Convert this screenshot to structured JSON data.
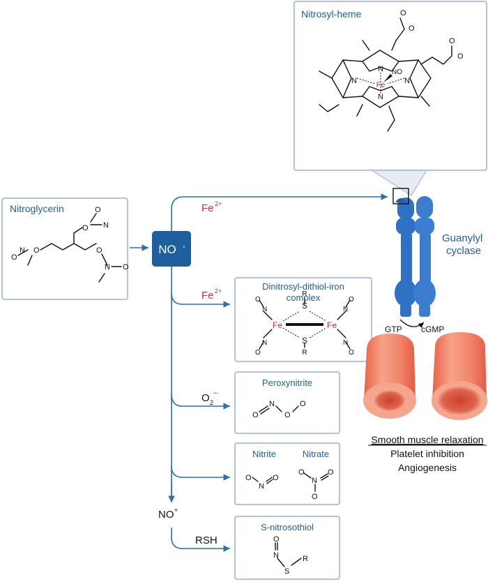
{
  "colors": {
    "blue_text": "#1f5f9e",
    "arrow_blue": "#2a6fb4",
    "red": "#d32f2f",
    "box_border": "#b9c3d9",
    "enzyme_blue": "#2f72c4",
    "vessel": "#f08a6a"
  },
  "nitroglycerin": {
    "title": "Nitroglycerin",
    "atoms": {
      "o1": "O",
      "n1": "N",
      "o1_minus": "O",
      "o2": "O",
      "n2": "N",
      "o2_minus": "O",
      "o3": "O",
      "n3": "N",
      "o3_minus": "O",
      "charge_plus": "+",
      "charge_minus": "−"
    }
  },
  "no_node": {
    "label": "NO",
    "radical": "·"
  },
  "no_plus": {
    "label": "NO",
    "charge": "+"
  },
  "reagents": {
    "fe_top": {
      "symbol": "Fe",
      "charge": "2+"
    },
    "fe_mid": {
      "symbol": "Fe",
      "charge": "2+"
    },
    "superoxide": {
      "symbol": "O",
      "sub": "2",
      "sup": "−·"
    },
    "rsh": "RSH"
  },
  "nitrosyl_heme": {
    "title": "Nitrosyl-heme",
    "atoms": {
      "n_top": "N",
      "n_left": "N",
      "n_right": "N",
      "n_bottom": "N",
      "fe": "Fe",
      "no": "NO",
      "carboxylate_1": "O",
      "carboxylate_1_minus": "O",
      "carboxylate_2": "O",
      "carboxylate_2_minus": "O"
    }
  },
  "dinitrosyl": {
    "title_line1": "Dinitrosyl-dithiol-iron",
    "title_line2": "complex",
    "atoms": {
      "s_top": "S",
      "s_bottom": "S",
      "r_top": "R",
      "r_bottom": "R",
      "fe_left": "Fe",
      "fe_right": "Fe",
      "n": "N",
      "o": "O"
    }
  },
  "peroxynitrite": {
    "title": "Peroxynitrite",
    "atoms": {
      "o": "O",
      "n": "N"
    }
  },
  "nitrite": {
    "title": "Nitrite",
    "atoms": {
      "o": "O",
      "n": "N"
    }
  },
  "nitrate": {
    "title": "Nitrate",
    "atoms": {
      "o": "O",
      "n": "N",
      "plus": "+"
    }
  },
  "s_nitrosothiol": {
    "title": "S-nitrosothiol",
    "atoms": {
      "o": "O",
      "n": "N",
      "s": "S",
      "r": "R"
    }
  },
  "enzyme": {
    "name_line1": "Guanylyl",
    "name_line2": "cyclase",
    "substrate": "GTP",
    "product": "cGMP"
  },
  "effects": {
    "line1": "Smooth muscle relaxation",
    "line2": "Platelet inhibition",
    "line3": "Angiogenesis"
  }
}
